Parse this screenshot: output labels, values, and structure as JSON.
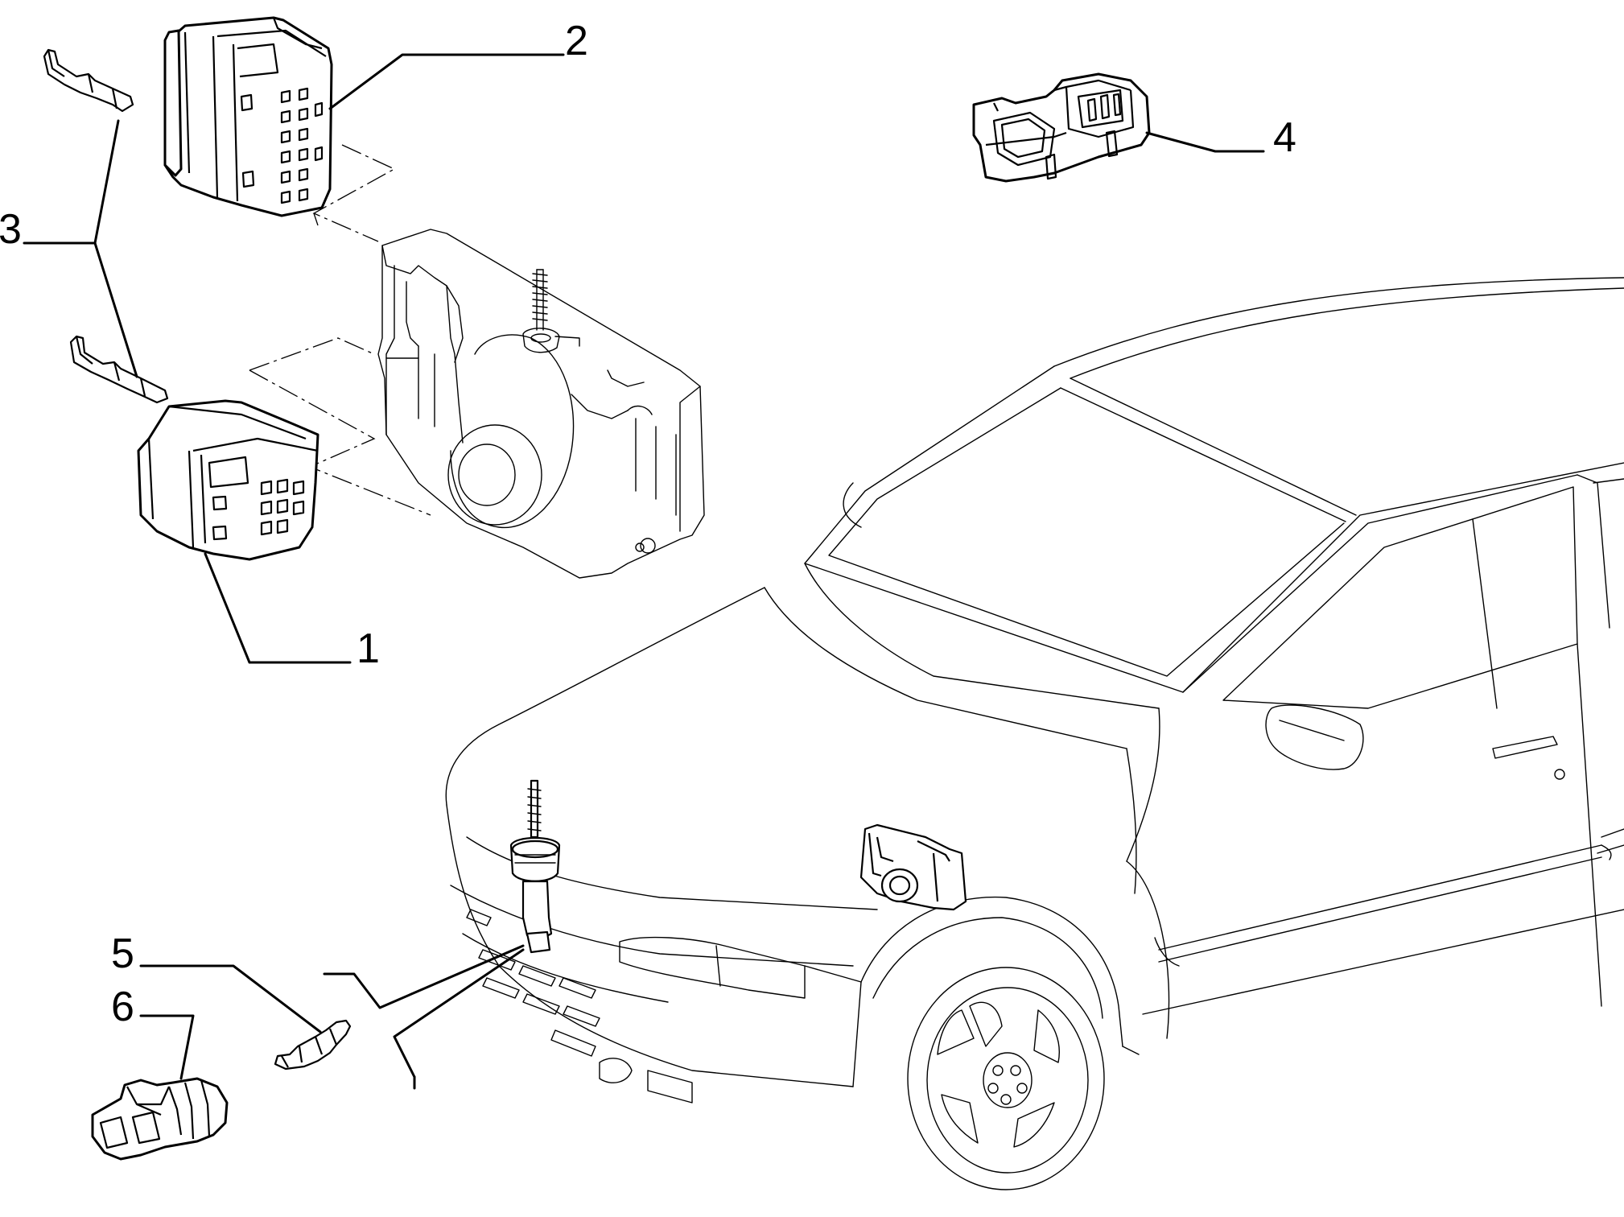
{
  "callouts": {
    "c1": "1",
    "c2": "2",
    "c3": "3",
    "c4": "4",
    "c5": "5",
    "c6": "6"
  }
}
